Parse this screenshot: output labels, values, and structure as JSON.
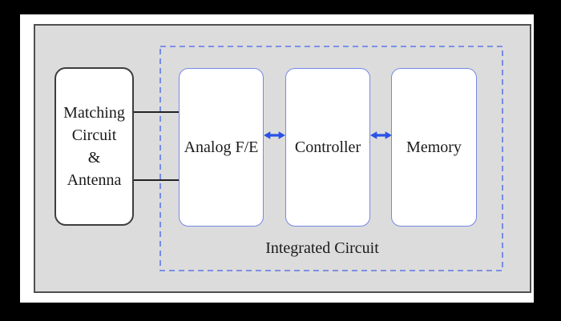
{
  "colors": {
    "frame": "#000000",
    "paper": "#ffffff",
    "panel-bg": "#dcdcdc",
    "panel-border": "#4f4f4f",
    "box-border-dark": "#3d3d3d",
    "box-border-blue": "#7588e8",
    "dashed-blue": "#5c78e6",
    "arrow-blue": "#2a52e8",
    "line": "#222222",
    "text": "#1a1a1a"
  },
  "antenna_block": {
    "lines": [
      "Matching",
      "Circuit",
      "&",
      "Antenna"
    ]
  },
  "integrated_circuit": {
    "label": "Integrated Circuit",
    "blocks": [
      {
        "label": "Analog F/E"
      },
      {
        "label": "Controller"
      },
      {
        "label": "Memory"
      }
    ]
  }
}
